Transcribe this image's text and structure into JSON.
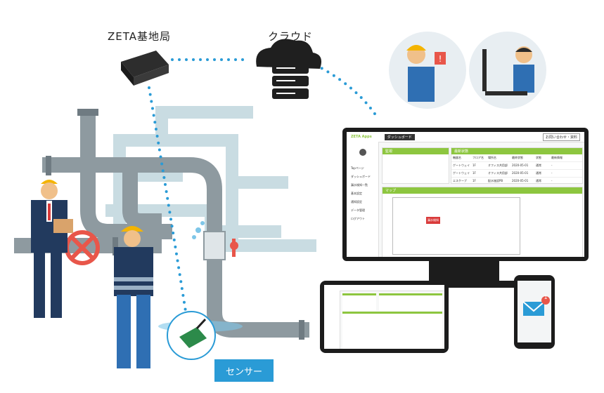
{
  "labels": {
    "base_station": "ZETA基地局",
    "cloud": "クラウド",
    "sensor": "センサー"
  },
  "dashboard": {
    "logo_text": "ZETA Apps",
    "tab_label": "ダッシュボード",
    "top_right_btn": "お問い合わせ・資料",
    "sidebar": [
      "Topページ",
      "ダッシュボード",
      "漏水検知一覧",
      "基本設定",
      "通知設定",
      "データ管理",
      "ログアウト"
    ],
    "panel_left_title": "監視",
    "panel_right_title": "最新状態",
    "map_title": "マップ",
    "table_headers": [
      "機器名",
      "フロア名",
      "場所名",
      "最終状態",
      "状態",
      "最新情報"
    ],
    "table_rows": [
      [
        "ゲートウェイ",
        "1F",
        "オフィス共用部",
        "2020-05-01",
        "通常",
        "-"
      ],
      [
        "ゲートウェイ",
        "1F",
        "オフィス共用部",
        "2020-05-01",
        "通常",
        "-"
      ],
      [
        "エスケープ",
        "1F",
        "配水施設PB",
        "2020-05-01",
        "通常",
        "-"
      ]
    ],
    "map_alert": "漏水検知"
  },
  "notification": {
    "badge_count": "1"
  },
  "colors": {
    "pipe_gray": "#8e9aa0",
    "pipe_light": "#c9dce2",
    "accent_green": "#8dc63f",
    "dot_blue": "#2a9bd6",
    "valve_red": "#e8564a"
  }
}
